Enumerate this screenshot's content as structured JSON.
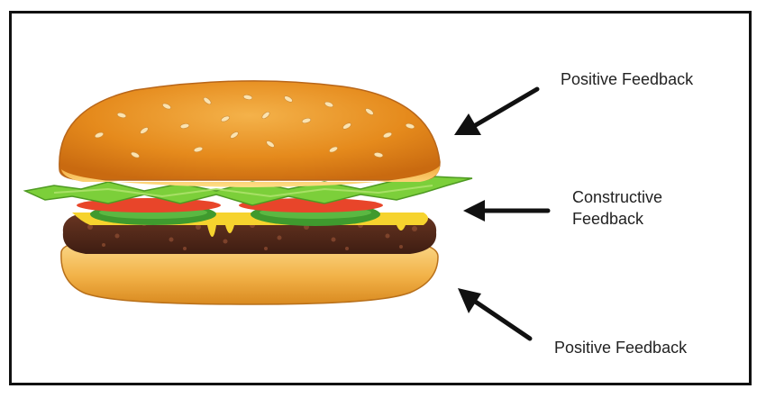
{
  "labels": {
    "top": "Positive Feedback",
    "middle_line1": "Constructive",
    "middle_line2": "Feedback",
    "bottom": "Positive Feedback"
  },
  "colors": {
    "bun_top": "#f0a020",
    "bun_bottom": "#f6c258",
    "lettuce": "#7ccf3a",
    "tomato": "#e8452a",
    "pickle": "#3f9a2e",
    "patty": "#5a2e1e",
    "cheese": "#f6d32e",
    "arrow": "#111111",
    "border": "#111111"
  },
  "icons": {
    "top_arrow": "arrow-icon",
    "middle_arrow": "arrow-icon",
    "bottom_arrow": "arrow-icon"
  }
}
